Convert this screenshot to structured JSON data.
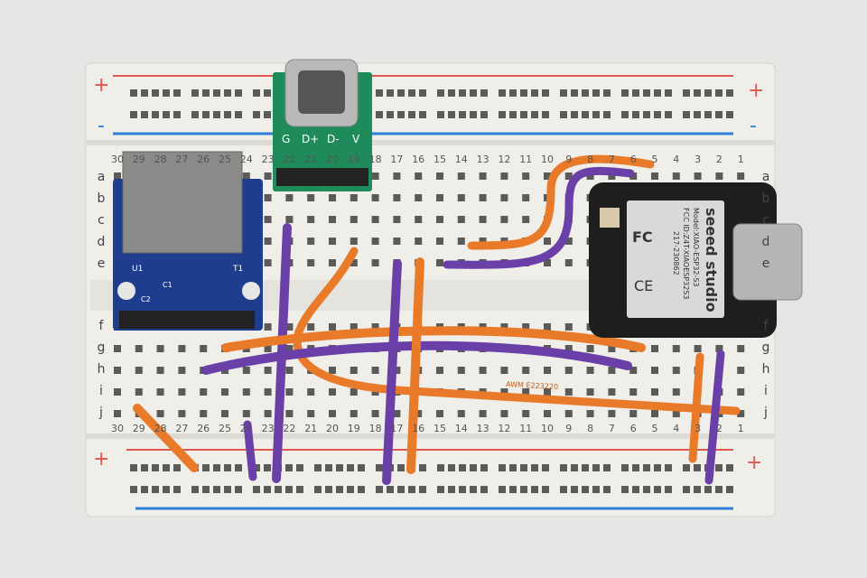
{
  "breadboard": {
    "columns": [
      "30",
      "29",
      "28",
      "27",
      "26",
      "25",
      "24",
      "23",
      "22",
      "21",
      "20",
      "19",
      "18",
      "17",
      "16",
      "15",
      "14",
      "13",
      "12",
      "11",
      "10",
      "9",
      "8",
      "7",
      "6",
      "5",
      "4",
      "3",
      "2",
      "1"
    ],
    "rows_top": [
      "a",
      "b",
      "c",
      "d",
      "e"
    ],
    "rows_bottom": [
      "f",
      "g",
      "h",
      "i",
      "j"
    ],
    "rail_plus": "+",
    "rail_minus": "-"
  },
  "usb_breakout": {
    "pins": [
      "G",
      "D+",
      "D-",
      "V"
    ]
  },
  "sd_module": {
    "labels": [
      "U1",
      "T1",
      "C1",
      "C2"
    ]
  },
  "xiao": {
    "brand": "seeed studio",
    "model": "Model:XIAO-ESP32-S3",
    "fcc_id": "FCC ID:Z4T-XIAOESP32S3",
    "cert": "217-230862",
    "fc_mark": "FC",
    "ce_mark": "CE"
  },
  "wire_print": "AWM E223220",
  "colors": {
    "orange": "#e87a2a",
    "purple": "#6a3fa8",
    "sd_blue": "#1f3d8f",
    "usb_green": "#1f8a5a",
    "rail_red": "#e0574f",
    "rail_blue": "#2f7fd8"
  }
}
